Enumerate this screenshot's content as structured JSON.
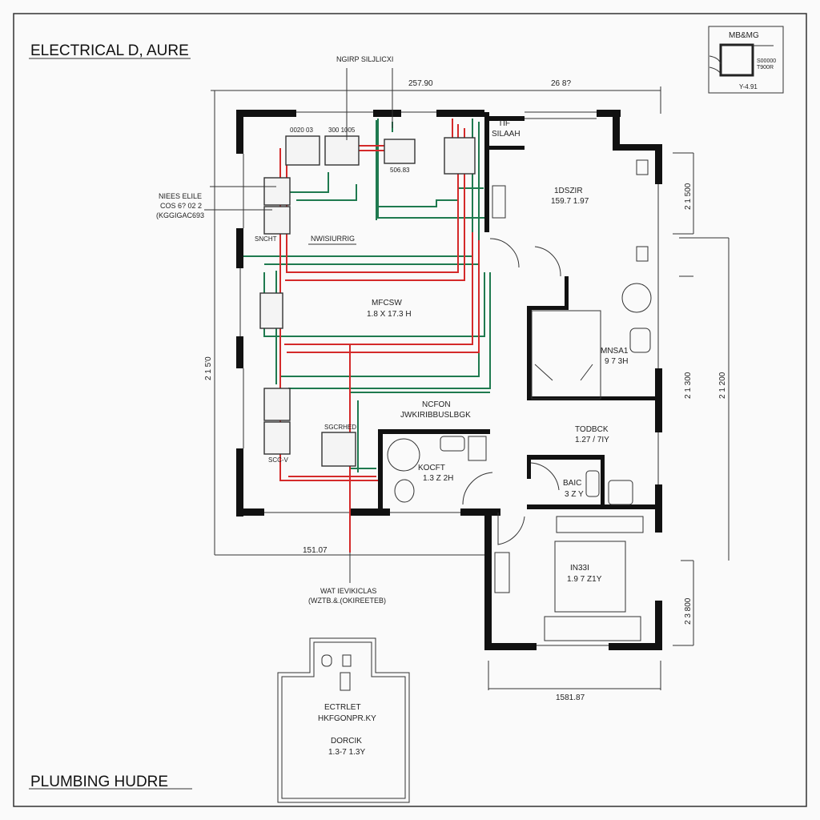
{
  "titles": {
    "electrical": "ELECTRICAL D, AURE",
    "plumbing": "PLUMBING HUDRE"
  },
  "key_plan": {
    "title": "MB&MG",
    "line1": "S00000",
    "line2": "T900R",
    "line3": "Y-4.91"
  },
  "dimensions": {
    "top_left": "257.90",
    "top_right": "26 8?",
    "left": "2 1 5'0",
    "bottom_left": "151.07",
    "right_1": "2 1 500",
    "right_2": "2 1 300",
    "right_3": "2 1 200",
    "right_4": "2 3 800",
    "bottom_right": "1581.87"
  },
  "callouts": {
    "panel_top": "NGIRP SILJLICXI",
    "panel_left": [
      "NIEES ELILE",
      "COS 6? 02 2",
      "(KGGIGAC693"
    ],
    "water": [
      "WAT IEVIKICLAS",
      "(WZTB.&.(OKIREETEB)"
    ]
  },
  "device_labels": {
    "b1": "0020 03",
    "b2": "300 1005",
    "b3": "506.83",
    "snch": "SNCHT",
    "wiring": "NWISIURRIG",
    "sgc": "SGCRHED",
    "sgc2": "SCC-V"
  },
  "rooms": [
    {
      "name": "MFCSW",
      "size": "1.8 X 17.3 H"
    },
    {
      "name": "NCFON",
      "size": "JWKIRIBBUSLBGK"
    },
    {
      "name": "KOCFT",
      "size": "1.3 Z 2H"
    },
    {
      "name": "TIF",
      "size": "SILAAH"
    },
    {
      "name": "1DSZIR",
      "size": "159.7 1.97"
    },
    {
      "name": "MNSA1",
      "size": "9 7 3H"
    },
    {
      "name": "TODBCK",
      "size": "1.27 / 7IY"
    },
    {
      "name": "BAIC",
      "size": "3 Z Y"
    },
    {
      "name": "IN33I",
      "size": "1.9 7 Z1Y"
    },
    {
      "name": "ECTRLET",
      "size": "HKFGONPR.KY"
    },
    {
      "name": "DORCIK",
      "size": "1.3-7 1.3Y"
    }
  ],
  "colors": {
    "wire_green": "#1f7a4f",
    "wire_red": "#d42a2a",
    "wall": "#111111"
  }
}
